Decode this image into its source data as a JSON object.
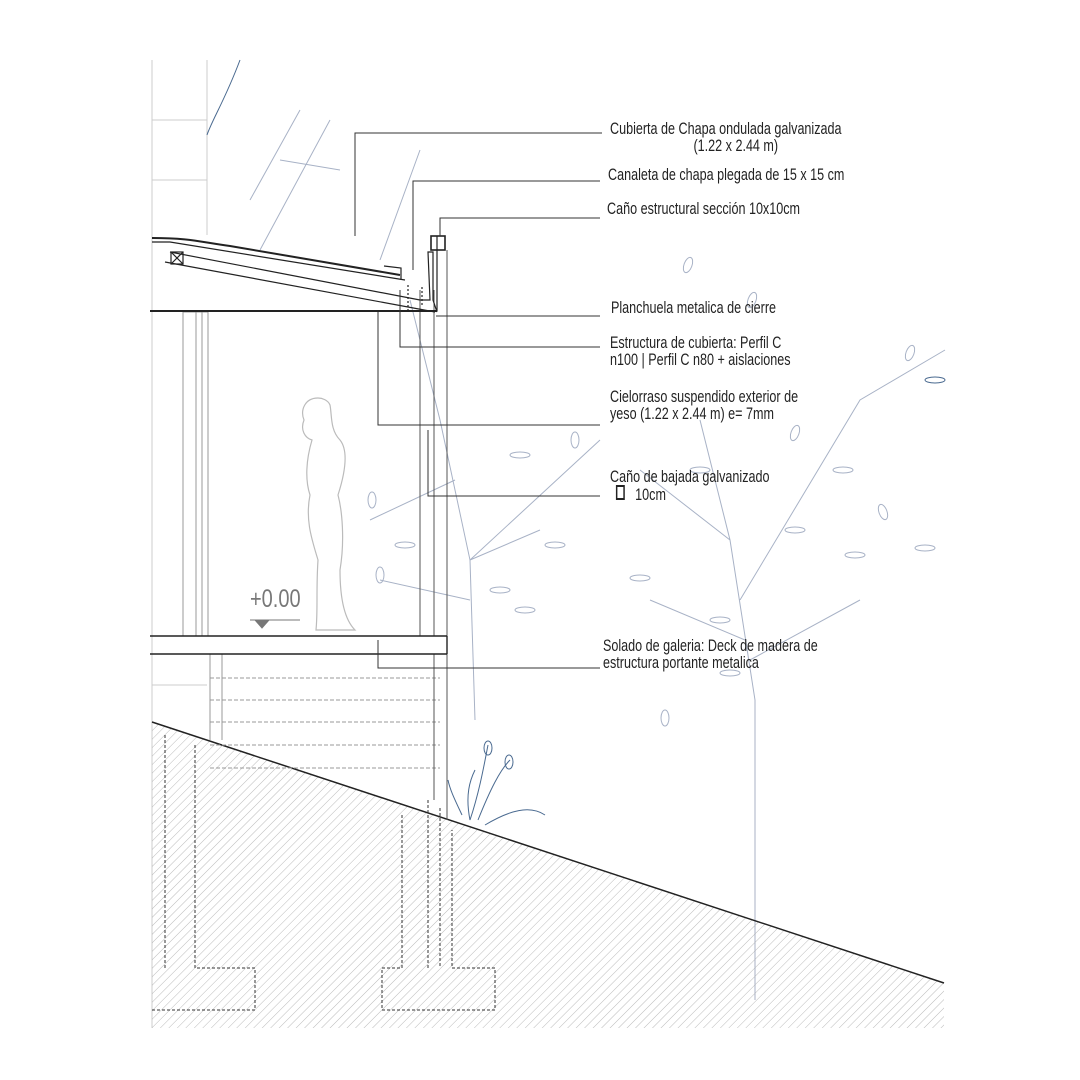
{
  "level_mark": "+0.00",
  "colors": {
    "line": "#333333",
    "light": "#bbbbbb",
    "tree": "#9aa6bd",
    "accent": "#4a6a90"
  },
  "annotations": [
    {
      "lines": [
        "Cubierta  de Chapa ondulada galvanizada",
        "(1.22 x 2.44 m)"
      ]
    },
    {
      "lines": [
        "Canaleta de chapa plegada de 15 x 15 cm"
      ]
    },
    {
      "lines": [
        "Caño estructural sección 10x10cm"
      ]
    },
    {
      "lines": [
        "Planchuela metalica de cierre"
      ]
    },
    {
      "lines": [
        "Estructura de cubierta: Perfil C",
        "n100 | Perfil C n80 + aislaciones"
      ]
    },
    {
      "lines": [
        "Cielorraso suspendido exterior de",
        "yeso  (1.22 x 2.44 m) e= 7mm"
      ]
    },
    {
      "lines": [
        "Caño de bajada galvanizado",
        "10cm"
      ]
    },
    {
      "lines": [
        "Solado de galeria: Deck de madera  de",
        "estructura portante  metalica"
      ]
    }
  ]
}
